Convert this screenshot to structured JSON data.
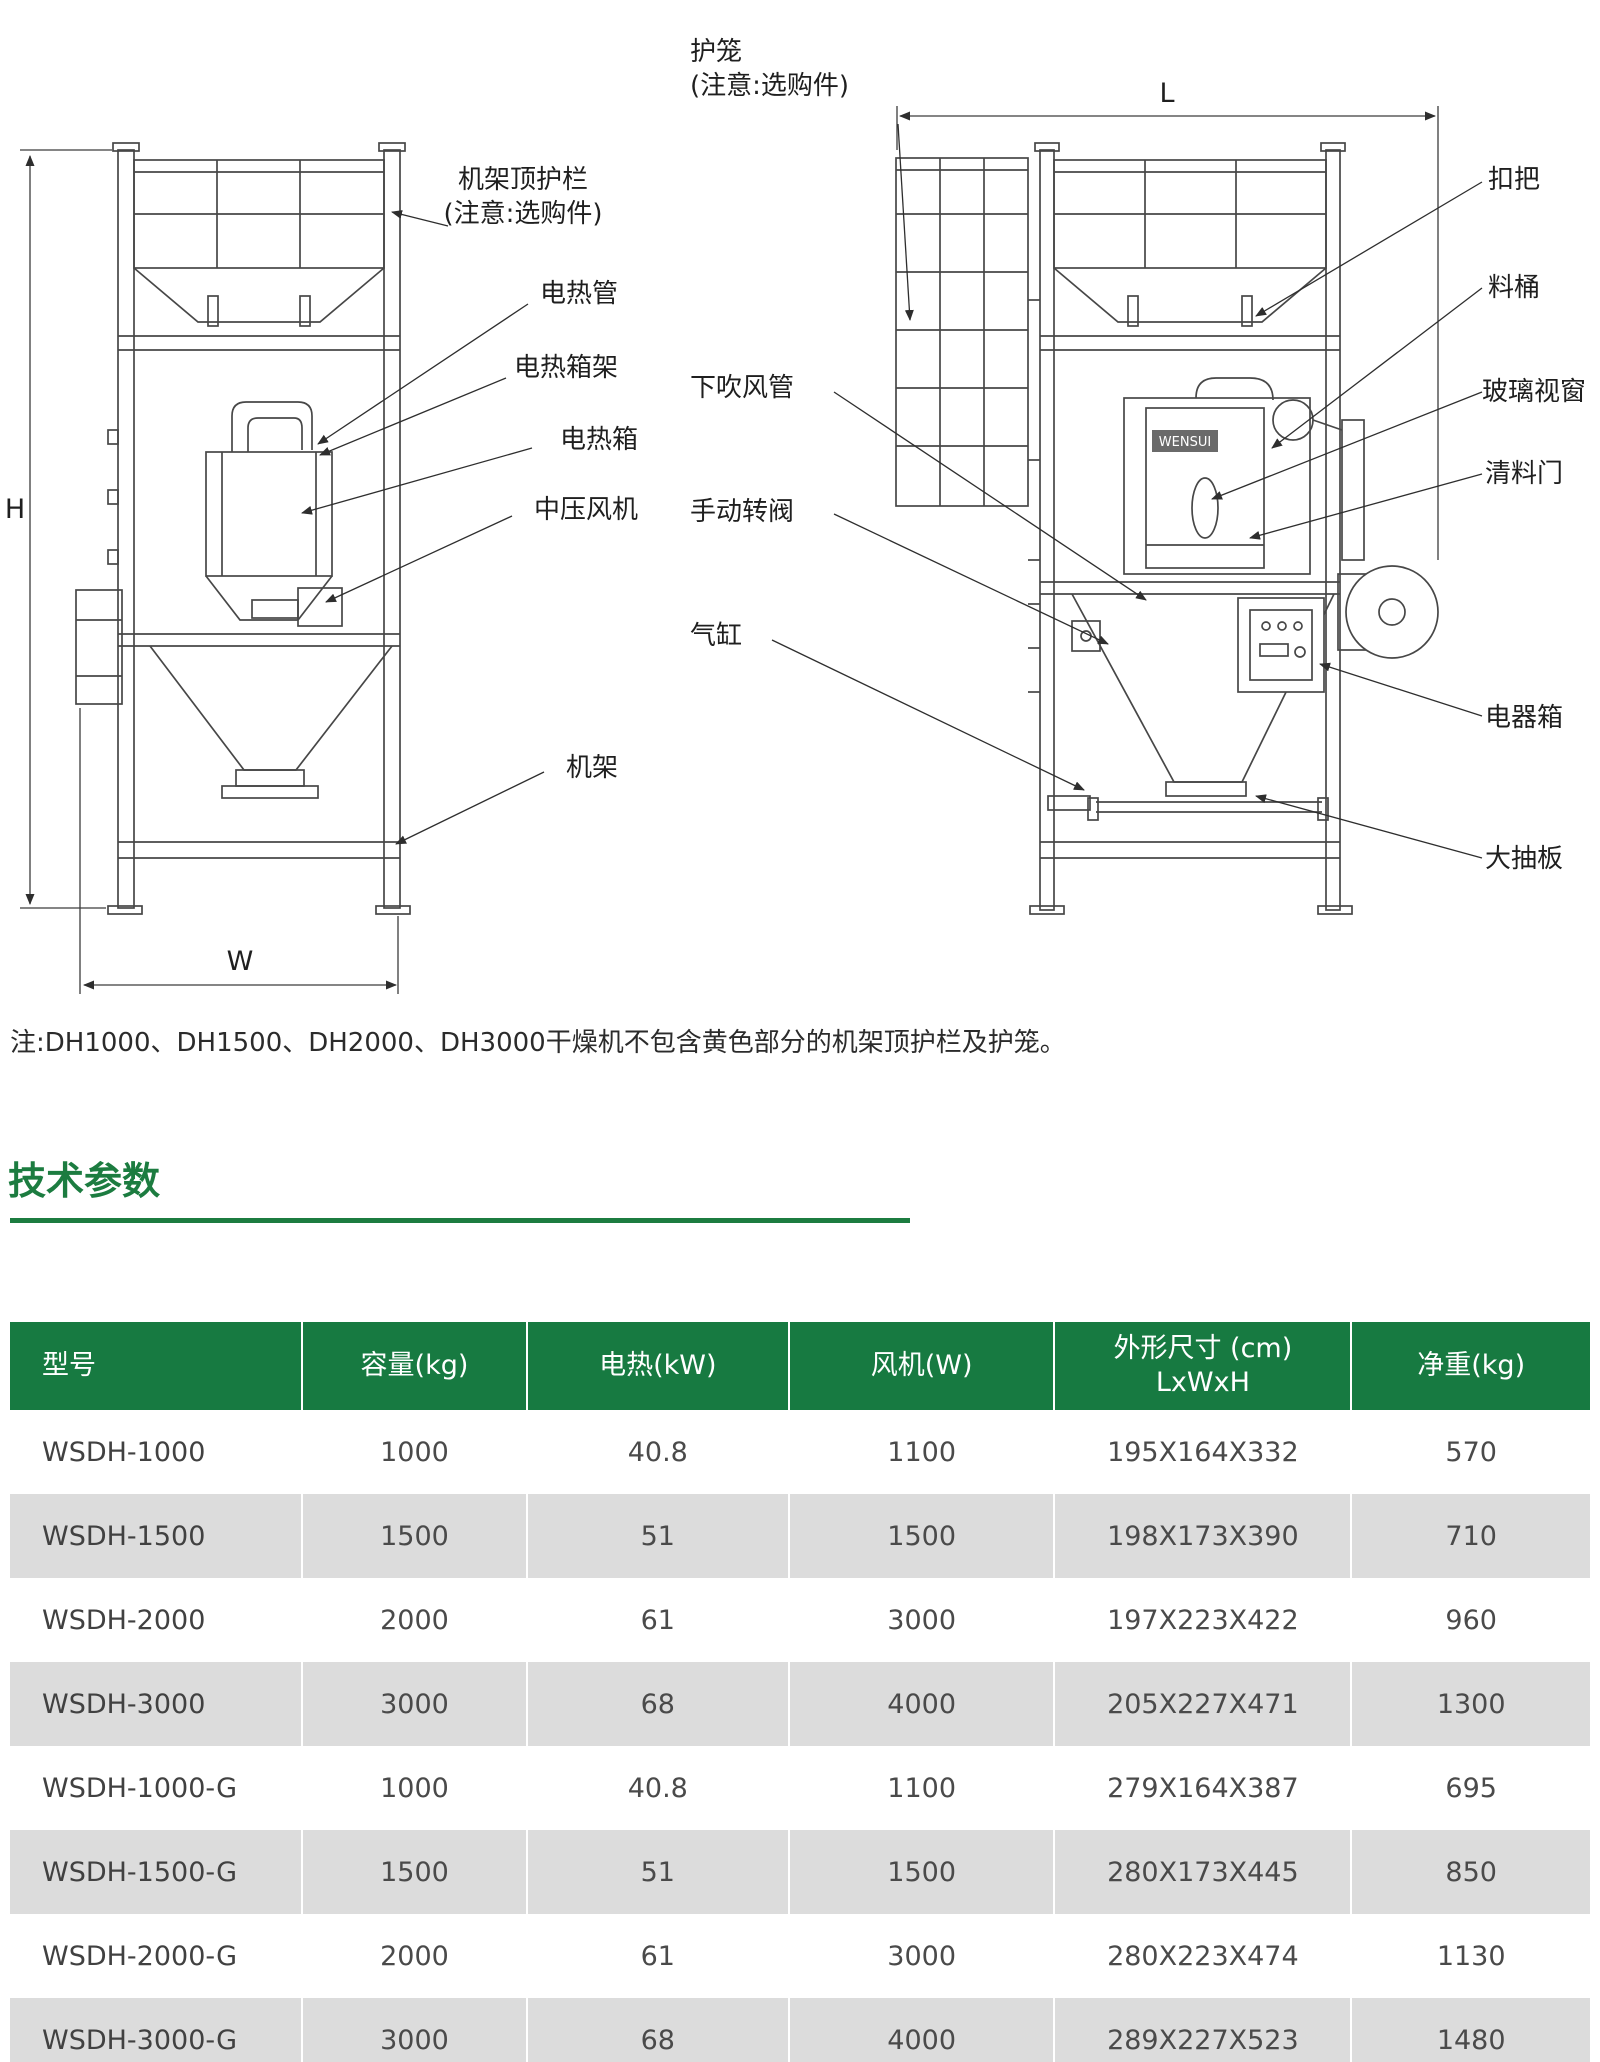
{
  "diagram": {
    "labels": {
      "frame_top_rail": "机架顶护栏\n(注意:选购件)",
      "heater_pipe": "电热管",
      "heater_box_frame": "电热箱架",
      "heater_box": "电热箱",
      "mid_pressure_fan": "中压风机",
      "frame": "机架",
      "cage": "护笼\n(注意:选购件)",
      "down_blow_pipe": "下吹风管",
      "manual_valve": "手动转阀",
      "air_cylinder": "气缸",
      "handle_clip": "扣把",
      "barrel": "料桶",
      "glass_window": "玻璃视窗",
      "clean_door": "清料门",
      "electric_box": "电器箱",
      "slide_plate": "大抽板",
      "dim_h": "H",
      "dim_w": "W",
      "dim_l": "L",
      "logo": "WENSUI"
    },
    "note": "注:DH1000、DH1500、DH2000、DH3000干燥机不包含黄色部分的机架顶护栏及护笼。"
  },
  "section": {
    "title": "技术参数"
  },
  "table": {
    "headers": [
      "型号",
      "容量(kg)",
      "电热(kW)",
      "风机(W)",
      "外形尺寸 (cm)\nLxWxH",
      "净重(kg)"
    ],
    "rows": [
      {
        "model": "WSDH-1000",
        "capacity": "1000",
        "heating": "40.8",
        "fan": "1100",
        "size": "195X164X332",
        "weight": "570"
      },
      {
        "model": "WSDH-1500",
        "capacity": "1500",
        "heating": "51",
        "fan": "1500",
        "size": "198X173X390",
        "weight": "710"
      },
      {
        "model": "WSDH-2000",
        "capacity": "2000",
        "heating": "61",
        "fan": "3000",
        "size": "197X223X422",
        "weight": "960"
      },
      {
        "model": "WSDH-3000",
        "capacity": "3000",
        "heating": "68",
        "fan": "4000",
        "size": "205X227X471",
        "weight": "1300"
      },
      {
        "model": "WSDH-1000-G",
        "capacity": "1000",
        "heating": "40.8",
        "fan": "1100",
        "size": "279X164X387",
        "weight": "695"
      },
      {
        "model": "WSDH-1500-G",
        "capacity": "1500",
        "heating": "51",
        "fan": "1500",
        "size": "280X173X445",
        "weight": "850"
      },
      {
        "model": "WSDH-2000-G",
        "capacity": "2000",
        "heating": "61",
        "fan": "3000",
        "size": "280X223X474",
        "weight": "1130"
      },
      {
        "model": "WSDH-3000-G",
        "capacity": "3000",
        "heating": "68",
        "fan": "4000",
        "size": "289X227X523",
        "weight": "1480"
      }
    ]
  },
  "colors": {
    "brand_green": "#177A41",
    "row_alt_gray": "#DCDCDC"
  }
}
